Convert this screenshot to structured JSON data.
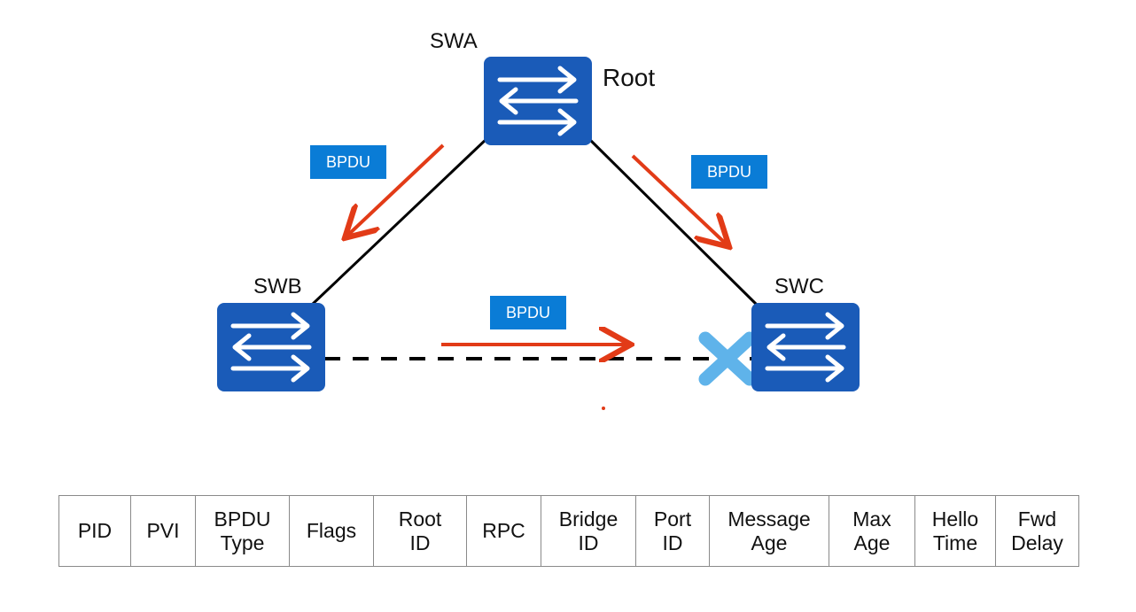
{
  "switches": {
    "swa": {
      "name": "SWA",
      "role": "Root"
    },
    "swb": {
      "name": "SWB"
    },
    "swc": {
      "name": "SWC"
    }
  },
  "bpdu_tags": [
    "BPDU",
    "BPDU",
    "BPDU"
  ],
  "colors": {
    "switch_fill": "#1a5bb8",
    "tag_fill": "#0a7cd6",
    "arrow": "#e23b17",
    "link": "#000000",
    "blocked_mark": "#5fb3ea"
  },
  "icons": {
    "switch": "switch-icon",
    "blocked": "blocked-x-icon"
  },
  "bpdu_fields": [
    "PID",
    "PVI",
    "BPDU\nType",
    "Flags",
    "Root\nID",
    "RPC",
    "Bridge\nID",
    "Port\nID",
    "Message\nAge",
    "Max\nAge",
    "Hello\nTime",
    "Fwd\nDelay"
  ]
}
